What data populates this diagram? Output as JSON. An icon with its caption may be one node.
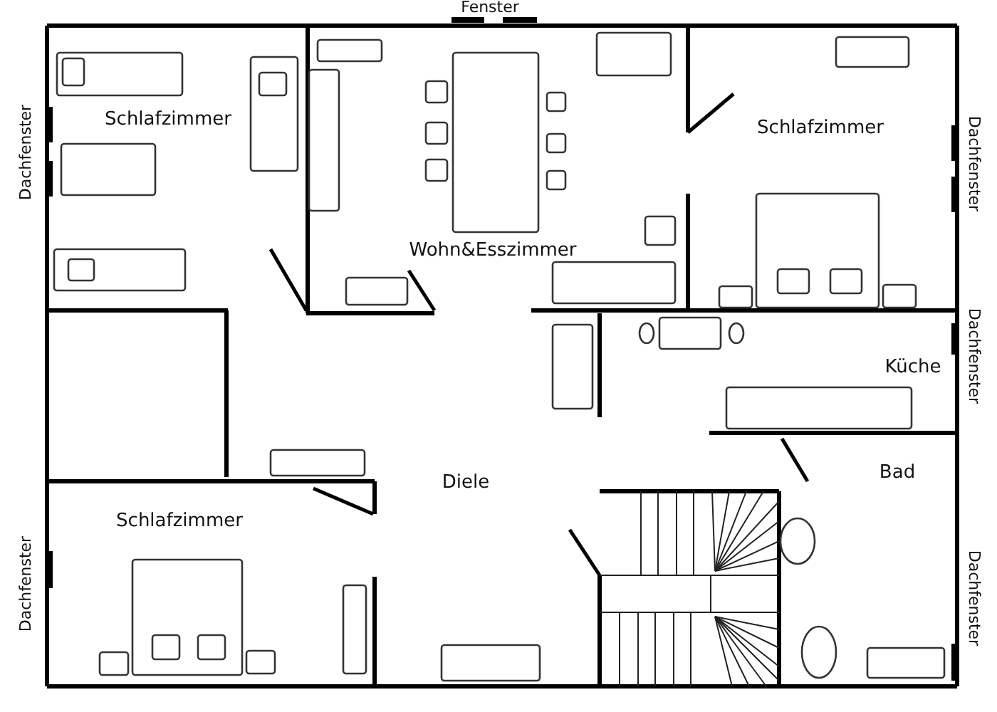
{
  "diagram": {
    "labels": [
      "Fenster",
      "Schlafzimmer",
      "Schlafzimmer",
      "Dachfenster",
      "Dachfenster",
      "Wohn&Esszimmer",
      "Dachfenster",
      "Küche",
      "Bad",
      "Diele",
      "Schlafzimmer",
      "Dachfenster",
      "Dachfenster"
    ]
  }
}
